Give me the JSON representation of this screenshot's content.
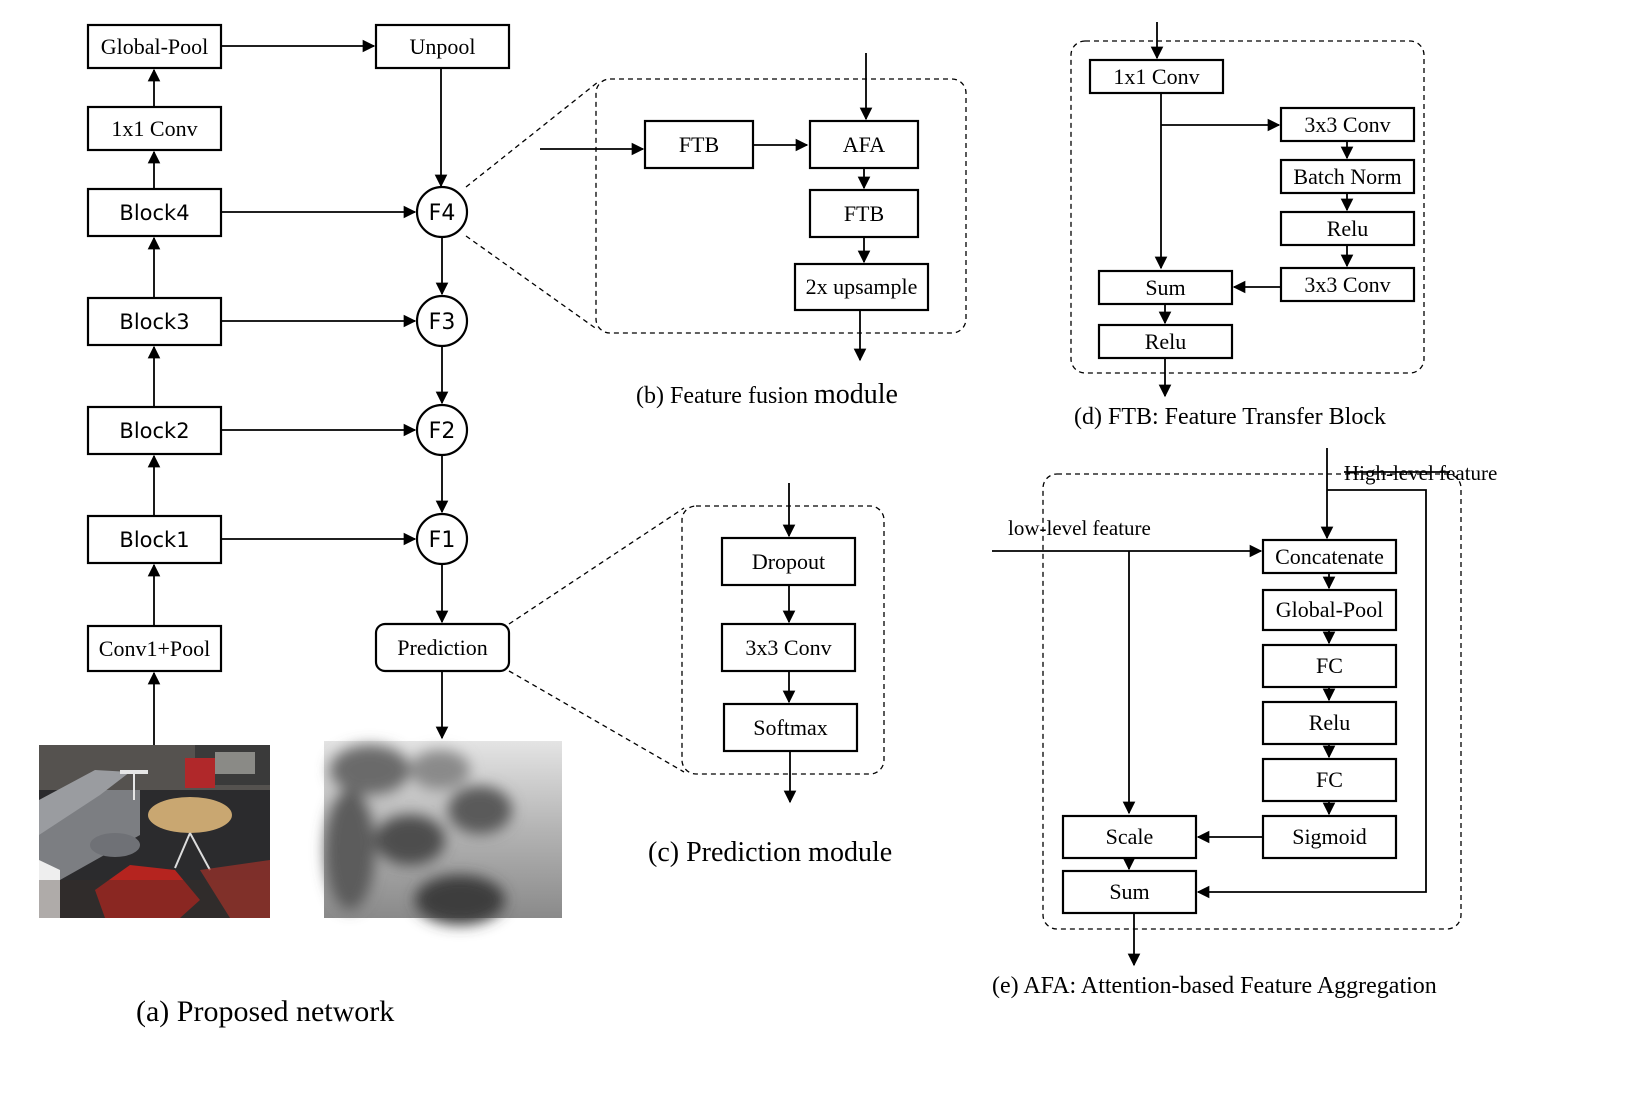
{
  "network": {
    "backbone": [
      "Global-Pool",
      "1x1 Conv",
      "Block4",
      "Block3",
      "Block2",
      "Block1",
      "Conv1+Pool"
    ],
    "unpool": "Unpool",
    "fusion_nodes": [
      "F4",
      "F3",
      "F2",
      "F1"
    ],
    "prediction": "Prediction",
    "caption": "(a)  Proposed network"
  },
  "fusion_module": {
    "blocks": [
      "FTB",
      "AFA",
      "FTB",
      "2x upsample"
    ],
    "caption_prefix": "(b)  Feature fusion",
    "caption_suffix": "module"
  },
  "prediction_module": {
    "blocks": [
      "Dropout",
      "3x3 Conv",
      "Softmax"
    ],
    "caption": "(c)  Prediction module"
  },
  "ftb": {
    "blocks": [
      "1x1 Conv",
      "3x3 Conv",
      "Batch Norm",
      "Relu",
      "3x3 Conv",
      "Sum",
      "Relu"
    ],
    "caption": "(d)  FTB: Feature Transfer Block"
  },
  "afa": {
    "high_label": "High-level feature",
    "low_label": "low-level feature",
    "blocks": [
      "Concatenate",
      "Global-Pool",
      "FC",
      "Relu",
      "FC",
      "Sigmoid",
      "Scale",
      "Sum"
    ],
    "caption": "(e)  AFA: Attention-based Feature Aggregation"
  }
}
